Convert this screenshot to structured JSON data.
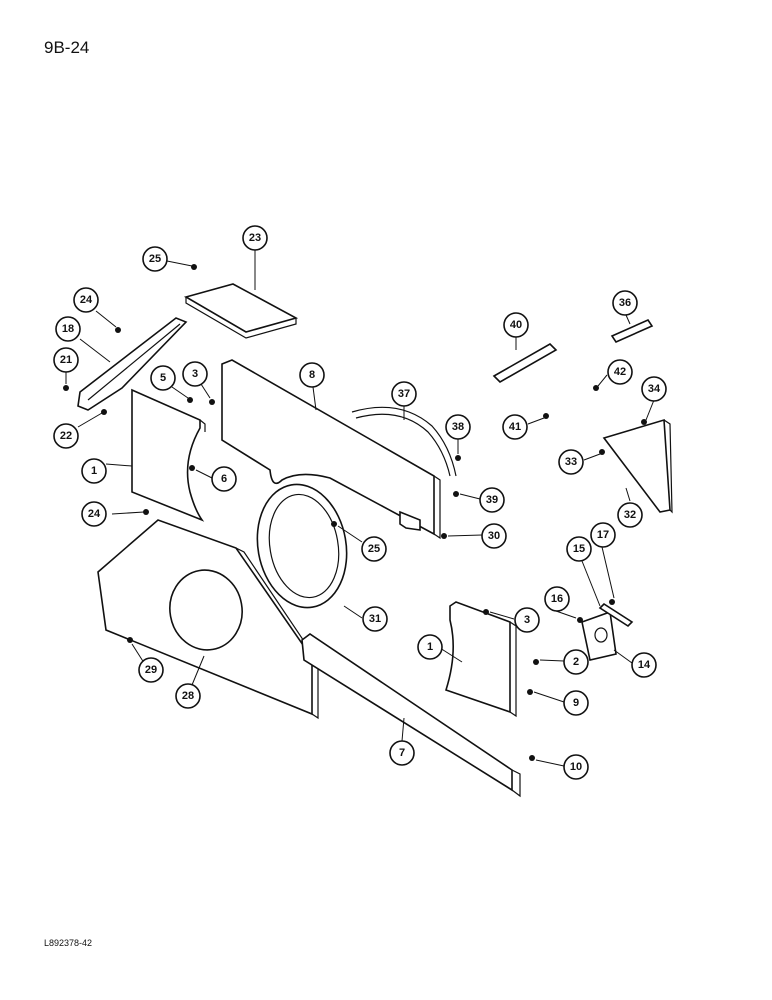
{
  "page_code": "9B-24",
  "drawing_code": "L892378-42",
  "callouts": [
    {
      "id": "c23",
      "label": "23"
    },
    {
      "id": "c25a",
      "label": "25"
    },
    {
      "id": "c24a",
      "label": "24"
    },
    {
      "id": "c18",
      "label": "18"
    },
    {
      "id": "c21",
      "label": "21"
    },
    {
      "id": "c22",
      "label": "22"
    },
    {
      "id": "c5",
      "label": "5"
    },
    {
      "id": "c3a",
      "label": "3"
    },
    {
      "id": "c8",
      "label": "8"
    },
    {
      "id": "c1a",
      "label": "1"
    },
    {
      "id": "c6",
      "label": "6"
    },
    {
      "id": "c24b",
      "label": "24"
    },
    {
      "id": "c37",
      "label": "37"
    },
    {
      "id": "c38",
      "label": "38"
    },
    {
      "id": "c39",
      "label": "39"
    },
    {
      "id": "c30",
      "label": "30"
    },
    {
      "id": "c25b",
      "label": "25"
    },
    {
      "id": "c40",
      "label": "40"
    },
    {
      "id": "c36",
      "label": "36"
    },
    {
      "id": "c42",
      "label": "42"
    },
    {
      "id": "c41",
      "label": "41"
    },
    {
      "id": "c34",
      "label": "34"
    },
    {
      "id": "c33",
      "label": "33"
    },
    {
      "id": "c32",
      "label": "32"
    },
    {
      "id": "c31",
      "label": "31"
    },
    {
      "id": "c29",
      "label": "29"
    },
    {
      "id": "c28",
      "label": "28"
    },
    {
      "id": "c3b",
      "label": "3"
    },
    {
      "id": "c1b",
      "label": "1"
    },
    {
      "id": "c16",
      "label": "16"
    },
    {
      "id": "c15",
      "label": "15"
    },
    {
      "id": "c17",
      "label": "17"
    },
    {
      "id": "c2",
      "label": "2"
    },
    {
      "id": "c14",
      "label": "14"
    },
    {
      "id": "c9",
      "label": "9"
    },
    {
      "id": "c7",
      "label": "7"
    },
    {
      "id": "c10",
      "label": "10"
    }
  ]
}
